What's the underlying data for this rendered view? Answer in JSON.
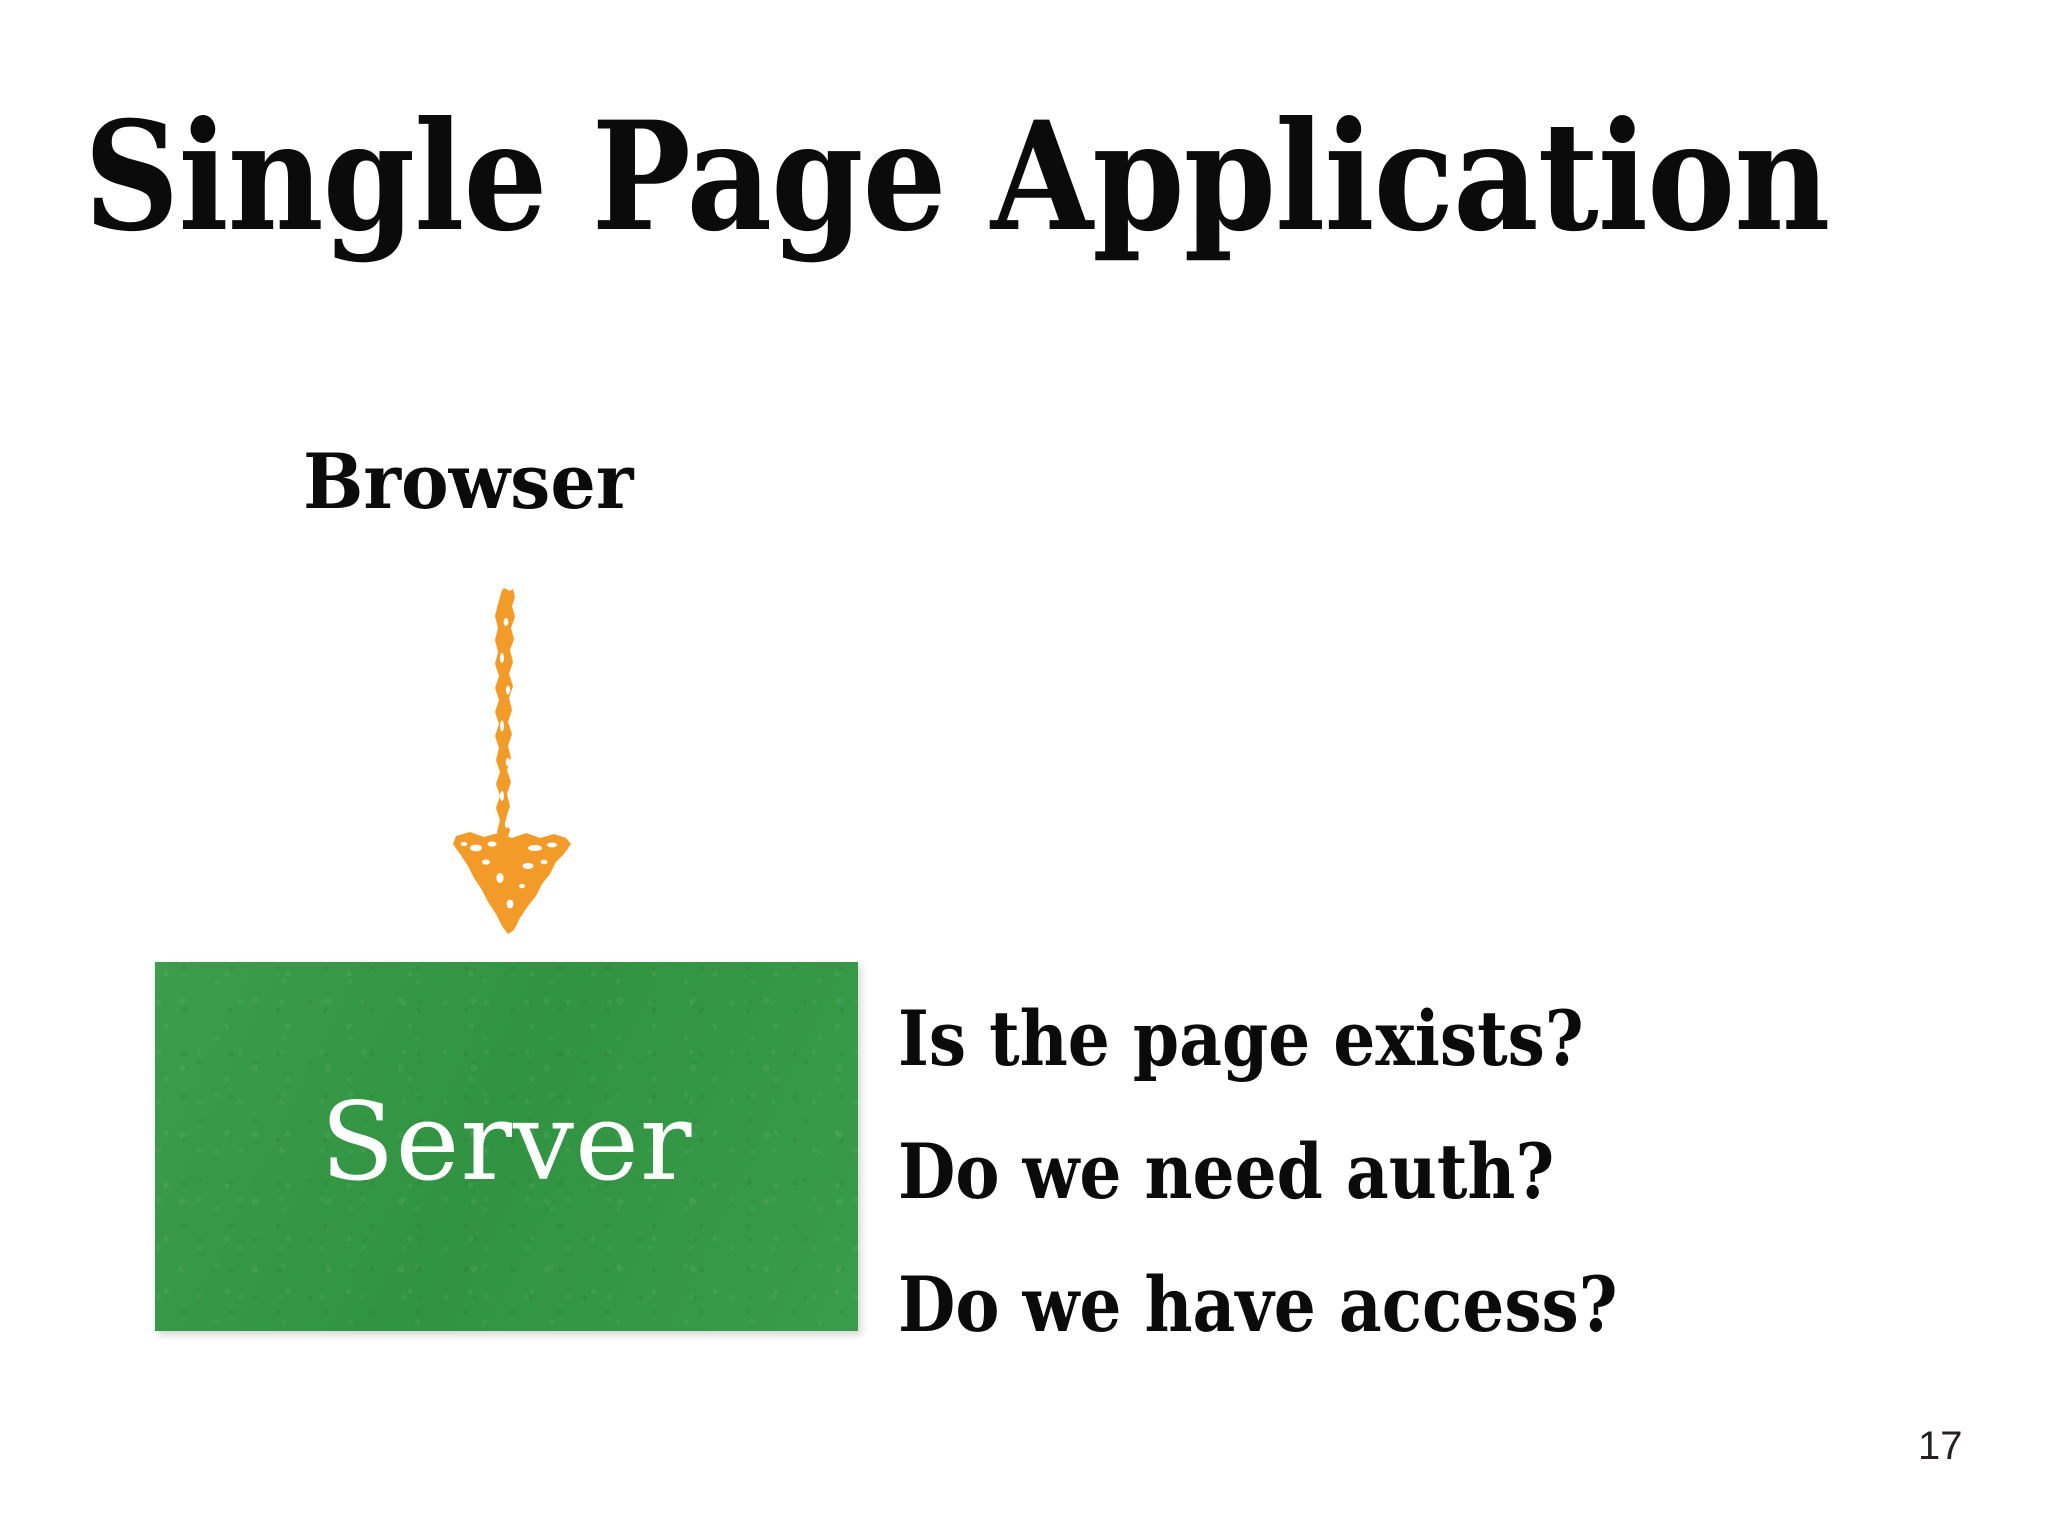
{
  "slide": {
    "title": "Single Page Application",
    "page_number": "17",
    "background_color": "#ffffff"
  },
  "diagram": {
    "browser_label": "Browser",
    "arrow": {
      "icon": "down-arrow-icon",
      "direction": "down",
      "color": "#F29B28",
      "style": "hand-drawn"
    },
    "server_box": {
      "label": "Server",
      "fill_color": "#339944",
      "text_color": "#ffffff"
    }
  },
  "questions": {
    "items": [
      "Is the page exists?",
      "Do we need auth?",
      "Do we have access?"
    ]
  }
}
